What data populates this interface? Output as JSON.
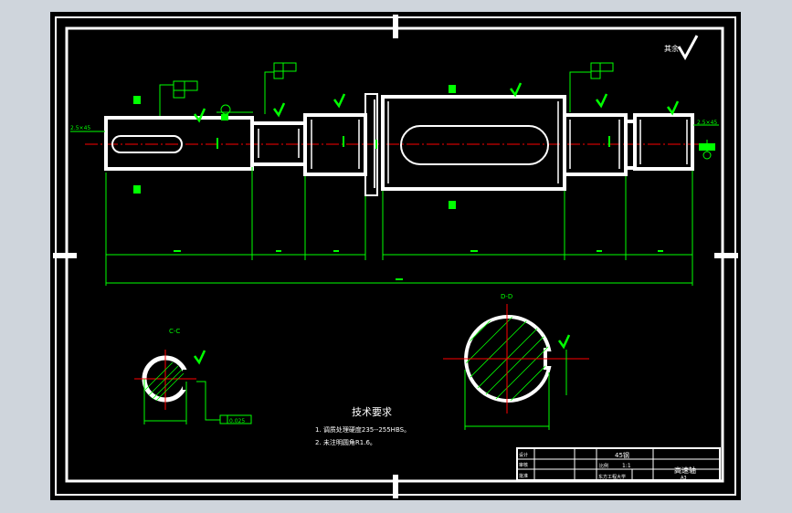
{
  "surface_finish": {
    "symbol_label": "其余"
  },
  "tech_requirements": {
    "title": "技术要求",
    "items": [
      "1. 调质处理硬度235--255HBS。",
      "2. 未注明圆角R1.6。"
    ]
  },
  "sections": {
    "cc_label": "C-C",
    "dd_label": "D-D"
  },
  "chamfers": {
    "left": "2.5×45",
    "right": "2.5×45"
  },
  "tolerance_frame": {
    "value": "0.025"
  },
  "title_block": {
    "material": "45钢",
    "scale_label": "比例",
    "scale_value": "1:1",
    "part_name": "高速轴",
    "sheet_size": "A3",
    "company": "东方工程大学",
    "row_labels": [
      "设计",
      "审核",
      "批准"
    ]
  },
  "colors": {
    "outline": "#ffffff",
    "dimension": "#00ff00",
    "centerline": "#ff0000",
    "section_hatch": "#00ff00"
  }
}
